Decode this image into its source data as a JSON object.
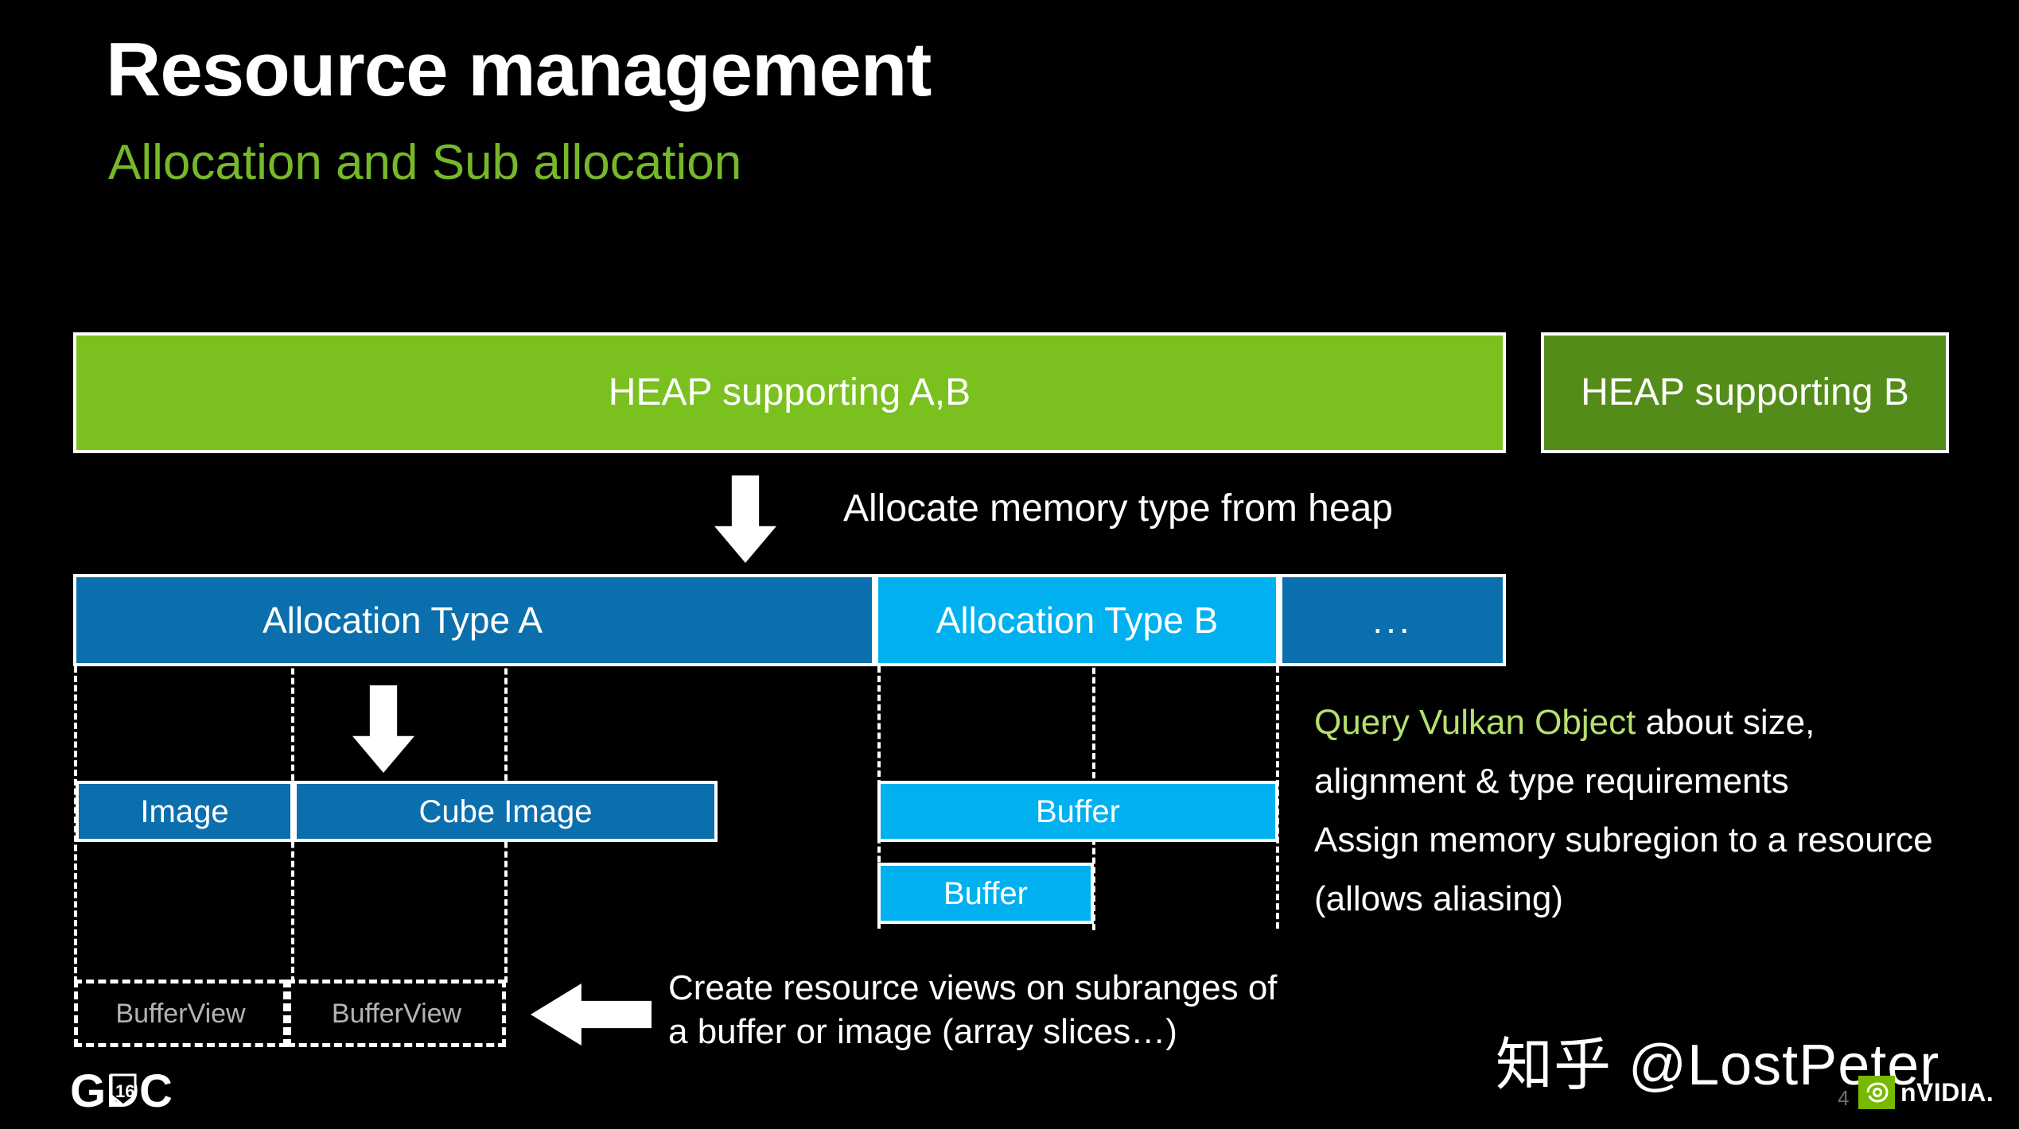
{
  "slide": {
    "title": "Resource management",
    "subtitle": "Allocation and Sub allocation",
    "background_color": "#000000",
    "accent_green": "#76b82a"
  },
  "heaps": [
    {
      "label": "HEAP supporting A,B",
      "color": "#7ac01f"
    },
    {
      "label": "HEAP supporting B",
      "color": "#548c1a"
    }
  ],
  "allocations": [
    {
      "label": "Allocation Type A",
      "color": "#0b6fad"
    },
    {
      "label": "Allocation Type B",
      "color": "#00b0ef"
    },
    {
      "label": "...",
      "color": "#0b6fad"
    }
  ],
  "resources": [
    {
      "label": "Image",
      "color": "#0b6fad"
    },
    {
      "label": "Cube Image",
      "color": "#0b6fad"
    },
    {
      "label": "Buffer",
      "color": "#00b0ef"
    },
    {
      "label": "Buffer",
      "color": "#00b0ef"
    }
  ],
  "views": [
    {
      "label": "BufferView"
    },
    {
      "label": "BufferView"
    }
  ],
  "captions": {
    "allocate_from_heap": "Allocate memory type from heap",
    "create_views_line1": "Create resource views on subranges of",
    "create_views_line2": "a buffer or image (array slices…)"
  },
  "notes": {
    "line1_accent": "Query Vulkan Object",
    "line1_rest": " about size,",
    "line2": "alignment & type requirements",
    "line3": "Assign memory subregion to a resource",
    "line4": "(allows aliasing)",
    "accent_color": "#b5e06b"
  },
  "branding": {
    "gdc_logo_text": "GDC",
    "gdc_logo_year": "16",
    "watermark": "知乎 @LostPeter",
    "page_number": "4",
    "nvidia_word": "nVIDIA.",
    "nvidia_green": "#76b900"
  }
}
